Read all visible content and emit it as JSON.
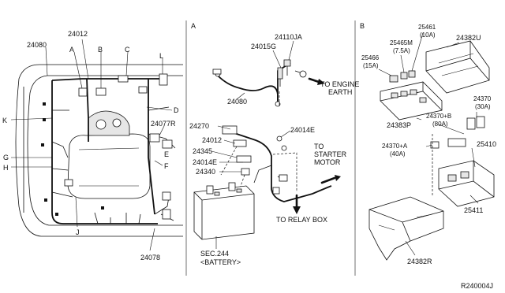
{
  "sections": {
    "a": "A",
    "b": "B"
  },
  "left": {
    "p24080": "24080",
    "p24012": "24012",
    "callA": "A",
    "callB": "B",
    "callC": "C",
    "callL": "L",
    "callD": "D",
    "callK": "K",
    "callG": "G",
    "callH": "H",
    "callE": "E",
    "callF": "F",
    "callJ": "J",
    "p24077R": "24077R",
    "p24078": "24078"
  },
  "middle": {
    "p24110JA": "24110JA",
    "p24015G": "24015G",
    "engine_earth_1": "TO ENGINE",
    "engine_earth_2": "EARTH",
    "p24080": "24080",
    "p24270": "24270",
    "p24014E_top": "24014E",
    "p24012": "24012",
    "p24345": "24345",
    "p24014E_mid": "24014E",
    "p24340": "24340",
    "starter_1": "TO",
    "starter_2": "STARTER",
    "starter_3": "MOTOR",
    "relay_box": "TO RELAY BOX",
    "sec_1": "SEC.244",
    "sec_2": "<BATTERY>"
  },
  "right": {
    "p25461": "25461",
    "p25461_amp": "(10A)",
    "p25465M": "25465M",
    "p25465M_amp": "(7.5A)",
    "p25466": "25466",
    "p25466_amp": "(15A)",
    "p24382U": "24382U",
    "p24370": "24370",
    "p24370_amp": "(30A)",
    "p24370B": "24370+B",
    "p24370B_amp": "(80A)",
    "p24383P": "24383P",
    "p24370A": "24370+A",
    "p24370A_amp": "(40A)",
    "p25410": "25410",
    "p25411": "25411",
    "p24382R": "24382R"
  },
  "ref_code": "R240004J"
}
